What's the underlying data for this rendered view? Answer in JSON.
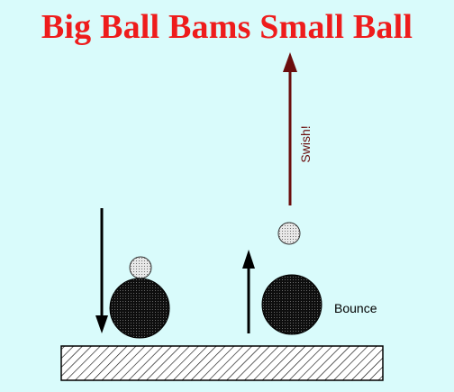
{
  "title": "Big Ball Bams Small Ball",
  "labels": {
    "swish": "Swish!",
    "bounce": "Bounce"
  },
  "colors": {
    "background": "#d9fbfb",
    "title": "#ee1c1c",
    "swish_arrow": "#6b0d0d",
    "black_arrow": "#000000",
    "big_ball": "#1c1c1c",
    "small_ball": "#bdbdbd"
  }
}
